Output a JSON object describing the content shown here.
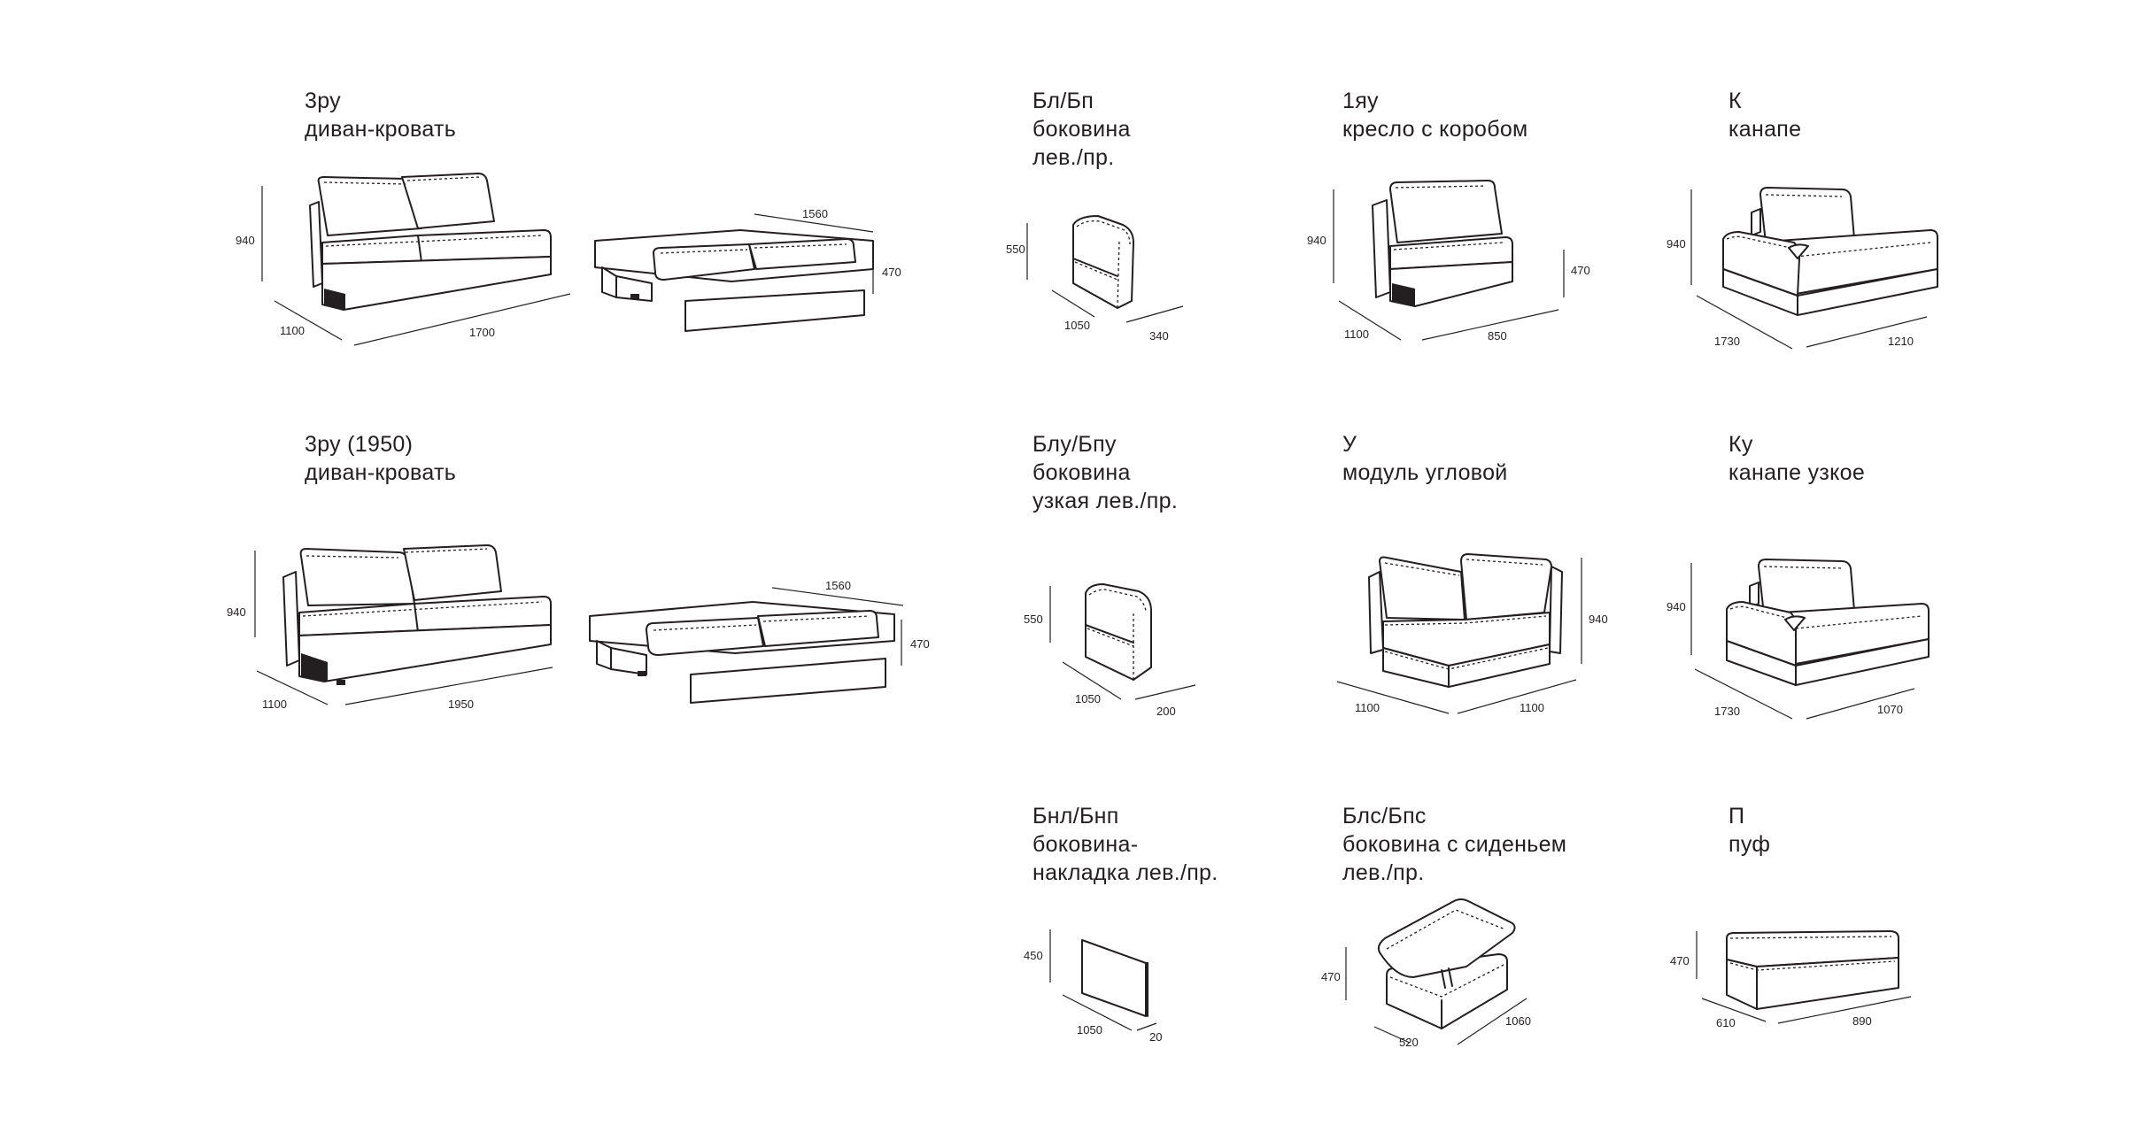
{
  "modules": [
    {
      "code": "3ру",
      "lines": [
        "диван-кровать"
      ],
      "dims": {
        "h": "940",
        "d": "1100",
        "w": "1700",
        "open_l": "1560",
        "open_h": "470"
      }
    },
    {
      "code": "Бл/Бп",
      "lines": [
        "боковина",
        "лев./пр."
      ],
      "dims": {
        "h": "550",
        "d": "1050",
        "w": "340"
      }
    },
    {
      "code": "1яу",
      "lines": [
        "кресло с коробом"
      ],
      "dims": {
        "h": "940",
        "seat_h": "470",
        "d": "1100",
        "w": "850"
      }
    },
    {
      "code": "К",
      "lines": [
        "канапе"
      ],
      "dims": {
        "h": "940",
        "d": "1730",
        "w": "1210"
      }
    },
    {
      "code": "3ру (1950)",
      "lines": [
        "диван-кровать"
      ],
      "dims": {
        "h": "940",
        "d": "1100",
        "w": "1950",
        "open_l": "1560",
        "open_h": "470"
      }
    },
    {
      "code": "Блу/Бпу",
      "lines": [
        "боковина",
        "узкая лев./пр."
      ],
      "dims": {
        "h": "550",
        "d": "1050",
        "w": "200"
      }
    },
    {
      "code": "У",
      "lines": [
        "модуль угловой"
      ],
      "dims": {
        "h": "940",
        "d": "1100",
        "w": "1100"
      }
    },
    {
      "code": "Ку",
      "lines": [
        "канапе узкое"
      ],
      "dims": {
        "h": "940",
        "d": "1730",
        "w": "1070"
      }
    },
    {
      "code": "Бнл/Бнп",
      "lines": [
        "боковина-",
        "накладка лев./пр."
      ],
      "dims": {
        "h": "450",
        "d": "1050",
        "w": "20"
      }
    },
    {
      "code": "Блс/Бпс",
      "lines": [
        "боковина с сиденьем",
        "лев./пр."
      ],
      "dims": {
        "h": "470",
        "d": "520",
        "w": "1060"
      }
    },
    {
      "code": "П",
      "lines": [
        "пуф"
      ],
      "dims": {
        "h": "470",
        "d": "610",
        "w": "890"
      }
    }
  ]
}
